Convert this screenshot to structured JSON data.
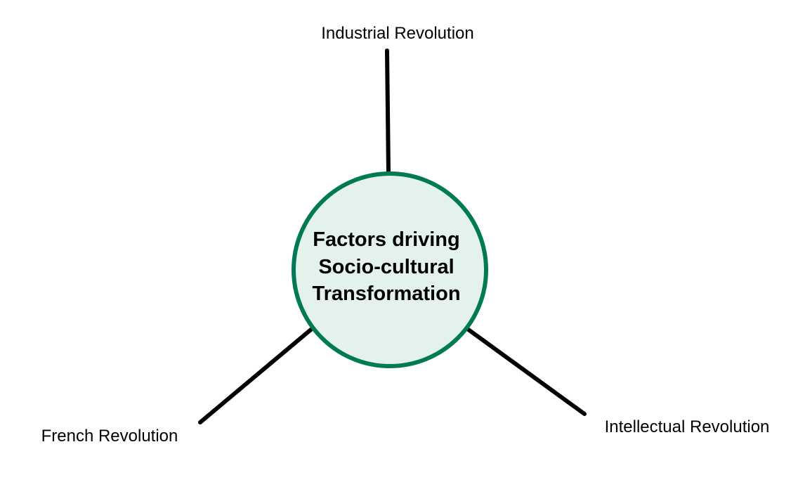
{
  "diagram": {
    "center": {
      "lines": [
        "Factors driving",
        "Socio-cultural",
        "Transformation"
      ],
      "fill_color": "#e4f2ec",
      "border_color": "#007a55"
    },
    "branches": [
      {
        "label": "Industrial Revolution"
      },
      {
        "label": "French Revolution"
      },
      {
        "label": "Intellectual Revolution"
      }
    ],
    "line_color": "#000000"
  }
}
